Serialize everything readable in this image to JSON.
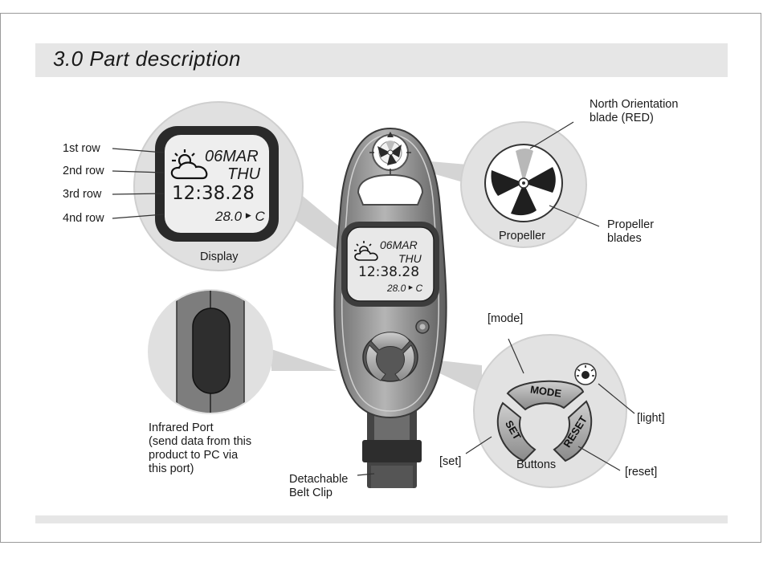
{
  "header": {
    "title": "3.0   Part description"
  },
  "display_callout": {
    "rows": [
      "1st row",
      "2nd row",
      "3rd row",
      "4nd row"
    ],
    "caption": "Display"
  },
  "lcd": {
    "date": "06MAR",
    "day": "THU",
    "time": "12:38.28",
    "temp": "28.0",
    "temp_unit": "C"
  },
  "propeller_callout": {
    "north_blade": [
      "North Orientation",
      "blade (RED)"
    ],
    "blades": [
      "Propeller",
      "blades"
    ],
    "caption": "Propeller"
  },
  "infrared": {
    "lines": [
      "Infrared Port",
      "(send data from this",
      "product to PC via",
      "this port)"
    ]
  },
  "belt_clip": {
    "lines": [
      "Detachable",
      "Belt Clip"
    ]
  },
  "buttons_callout": {
    "mode": "[mode]",
    "light": "[light]",
    "set": "[set]",
    "reset": "[reset]",
    "caption": "Buttons",
    "btn_mode": "MODE",
    "btn_set": "SET",
    "btn_reset": "RESET"
  },
  "colors": {
    "band": "#e6e6e6",
    "device_body": "#8e8e8e",
    "lcd_bg": "#e8e8e8",
    "ink": "#1a1a1a"
  }
}
